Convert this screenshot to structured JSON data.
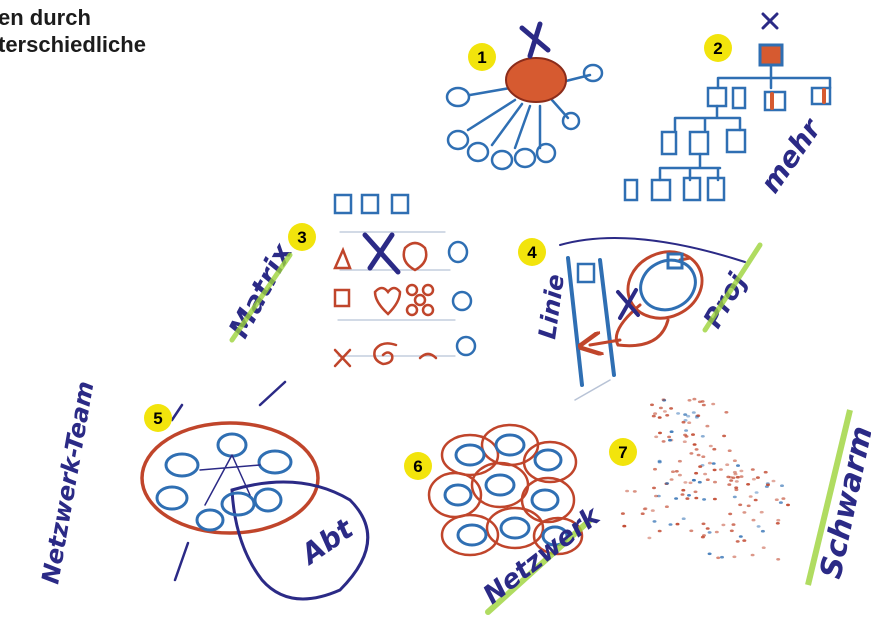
{
  "heading": {
    "line1": "en durch",
    "line2": "terschiedliche"
  },
  "badges": [
    "1",
    "2",
    "3",
    "4",
    "5",
    "6",
    "7"
  ],
  "annotations": {
    "matrix": "Matrix",
    "mehr": "mehr",
    "linie": "Linie",
    "proj": "Proj",
    "netzwerk_team": "Netzwerk-Team",
    "abt": "Abt",
    "netzwerk": "Netzwerk",
    "schwarm": "Schwarm"
  },
  "colors": {
    "blue": "#2f6fb3",
    "red": "#c0452b",
    "navy": "#2b2a86",
    "badge": "#f2e40c",
    "green": "#9cd33a"
  }
}
